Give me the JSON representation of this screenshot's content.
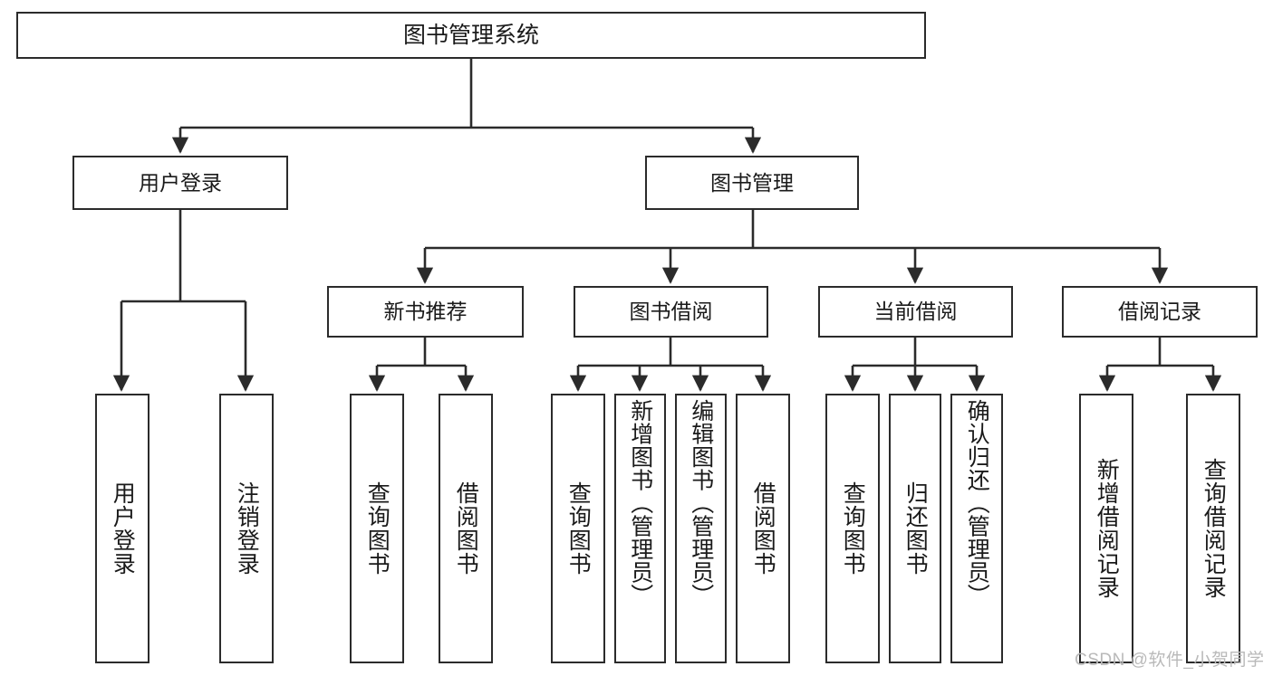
{
  "diagram": {
    "title": "图书管理系统",
    "type": "tree",
    "root": {
      "label": "图书管理系统"
    },
    "level2": [
      {
        "label": "用户登录"
      },
      {
        "label": "图书管理"
      }
    ],
    "level3": [
      {
        "label": "新书推荐"
      },
      {
        "label": "图书借阅"
      },
      {
        "label": "当前借阅"
      },
      {
        "label": "借阅记录"
      }
    ],
    "leaves": [
      {
        "label": "用户登录",
        "parent": "用户登录"
      },
      {
        "label": "注销登录",
        "parent": "用户登录"
      },
      {
        "label": "查询图书",
        "parent": "新书推荐"
      },
      {
        "label": "借阅图书",
        "parent": "新书推荐"
      },
      {
        "label": "查询图书",
        "parent": "图书借阅"
      },
      {
        "label": "新增图书（管理员）",
        "parent": "图书借阅"
      },
      {
        "label": "编辑图书（管理员）",
        "parent": "图书借阅"
      },
      {
        "label": "借阅图书",
        "parent": "图书借阅"
      },
      {
        "label": "查询图书",
        "parent": "当前借阅"
      },
      {
        "label": "归还图书",
        "parent": "当前借阅"
      },
      {
        "label": "确认归还（管理员）",
        "parent": "当前借阅"
      },
      {
        "label": "新增借阅记录",
        "parent": "借阅记录"
      },
      {
        "label": "查询借阅记录",
        "parent": "借阅记录"
      }
    ],
    "colors": {
      "stroke": "#2b2b2b",
      "fill": "#ffffff",
      "text": "#1a1a1a",
      "watermark": "#b9b9b9"
    }
  },
  "watermark": {
    "text": "CSDN @软件_小贺同学"
  }
}
